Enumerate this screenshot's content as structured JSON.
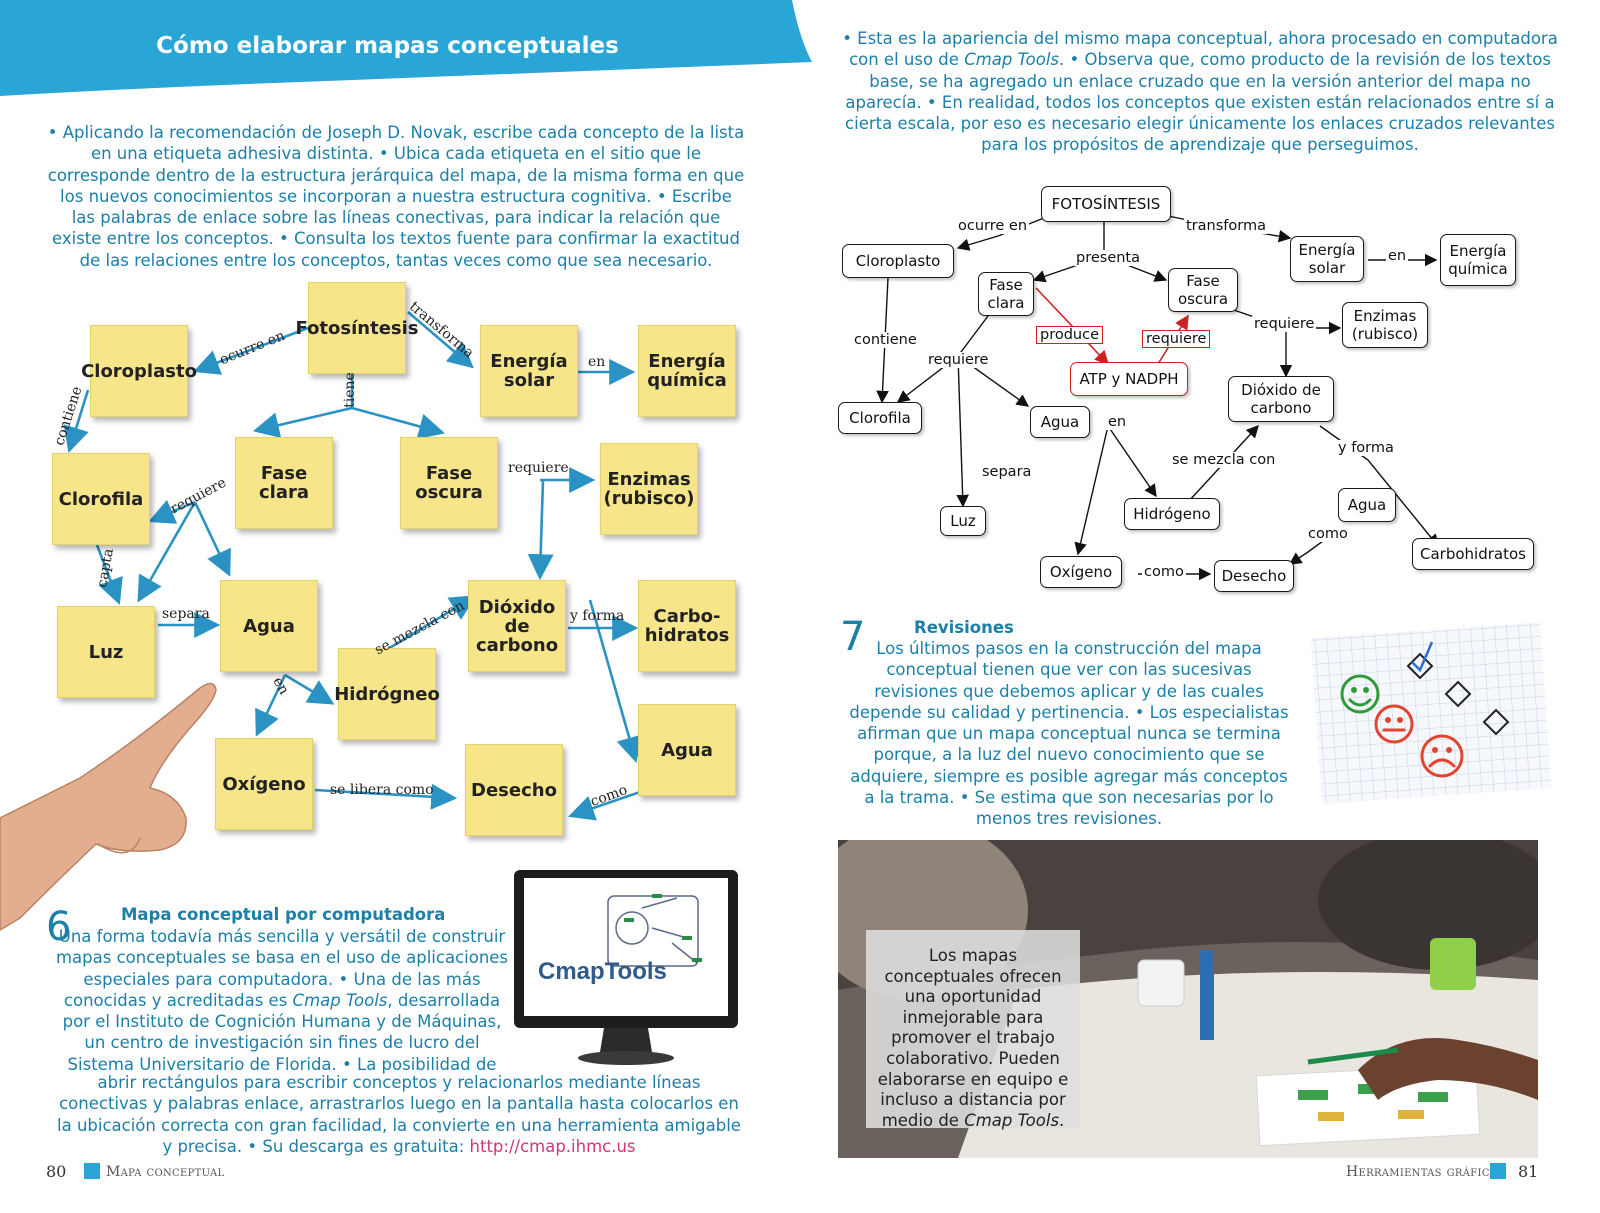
{
  "left_page": {
    "header_title": "Cómo elaborar mapas conceptuales",
    "intro_text": "• Aplicando la recomendación de Joseph D. Novak, escribe cada concepto de la lista en una etiqueta adhesiva distinta. • Ubica cada etiqueta en el sitio que le corresponde dentro de la estructura jerárquica del mapa, de la misma forma en que los nuevos conocimientos se incorporan a nuestra estructura cognitiva. • Escribe las palabras de enlace sobre las líneas conectivas, para indicar la relación que existe entre los conceptos. • Consulta los textos fuente para confirmar la exactitud de las relaciones entre los conceptos, tantas veces como que sea necesario.",
    "sticky_map": {
      "notes": {
        "fotosintesis": "Fotosíntesis",
        "cloroplasto": "Cloroplasto",
        "energia_solar": "Energía solar",
        "energia_quimica": "Energía química",
        "clorofila": "Clorofila",
        "fase_clara": "Fase clara",
        "fase_oscura": "Fase oscura",
        "enzimas": "Enzimas (rubisco)",
        "luz": "Luz",
        "agua": "Agua",
        "dioxido": "Dióxido de carbono",
        "carbohidratos": "Carbo-hidratos",
        "hidrogeno": "Hidrógneo",
        "oxigeno": "Oxígeno",
        "desecho": "Desecho",
        "agua2": "Agua"
      },
      "links": {
        "ocurre_en": "ocurre en",
        "transforma": "transforma",
        "en1": "en",
        "contiene": "contiene",
        "tiene": "tiene",
        "requiere1": "requiere",
        "requiere2": "requiere",
        "capta": "capta",
        "separa": "separa",
        "se_mezcla_con": "se mezcla con",
        "y_forma": "y forma",
        "en2": "en",
        "se_libera_como": "se libera como",
        "como": "como"
      }
    },
    "section6": {
      "number": "6",
      "title": "Mapa conceptual por computadora",
      "text_1": "Una forma todavía más sencilla y versátil de construir mapas conceptuales se basa en el uso de aplicaciones especiales para computadora. • Una de las más conocidas y acreditadas es",
      "text_italic": "Cmap Tools",
      "text_2": ", desarrollada por el Instituto de Cognición Humana y de Máquinas, un centro de investigación sin fines de lucro del Sistema Universitario de Florida. • La posibilidad de abrir rectángulos para escribir conceptos y relacionarlos mediante líneas conectivas y palabras enlace, arrastrarlos luego en la pantalla hasta colocarlos en la ubicación correcta con gran facilidad, la convierte en una herramienta amigable y precisa. • Su descarga es gratuita:",
      "link": "http://cmap.ihmc.us",
      "logo_text": "CmapTools"
    },
    "footer_page": "80",
    "footer_label": "Mapa conceptual"
  },
  "right_page": {
    "intro_1": "• Esta es la apariencia del mismo mapa conceptual, ahora procesado en computadora con el uso de",
    "intro_italic": "Cmap Tools",
    "intro_2": ". • Observa que, como producto de la revisión de los textos base, se ha agregado un enlace cruzado que en la versión anterior del mapa no aparecía. • En realidad, todos los conceptos que existen están relacionados entre sí a cierta escala, por eso es necesario elegir únicamente los enlaces cruzados relevantes para los propósitos de aprendizaje que perseguimos.",
    "cmap": {
      "nodes": {
        "fotosintesis": "FOTOSÍNTESIS",
        "cloroplasto": "Cloroplasto",
        "energia_solar": "Energía solar",
        "energia_quimica": "Energía química",
        "fase_clara": "Fase clara",
        "fase_oscura": "Fase oscura",
        "enzimas": "Enzimas (rubisco)",
        "atp": "ATP y NADPH",
        "clorofila": "Clorofila",
        "agua": "Agua",
        "dioxido": "Dióxido de carbono",
        "luz": "Luz",
        "hidrogeno": "Hidrógeno",
        "agua2": "Agua",
        "carbohidratos": "Carbohidratos",
        "oxigeno": "Oxígeno",
        "desecho": "Desecho"
      },
      "links": {
        "ocurre_en": "ocurre en",
        "transforma": "transforma",
        "presenta": "presenta",
        "en1": "en",
        "contiene": "contiene",
        "produce": "produce",
        "requiere_red": "requiere",
        "requiere_enz": "requiere",
        "requiere": "requiere",
        "en2": "en",
        "separa": "separa",
        "se_mezcla_con": "se mezcla con",
        "y_forma": "y forma",
        "como1": "como",
        "como2": "como"
      }
    },
    "section7": {
      "number": "7",
      "title": "Revisiones",
      "text": "Los últimos pasos en la construcción del mapa conceptual tienen que ver con las sucesivas revisiones que debemos aplicar y de las cuales depende su calidad y pertinencia. • Los especialistas afirman que un mapa conceptual nunca se termina porque, a la luz del nuevo conocimiento que se adquiere, siempre es posible agregar más conceptos a la trama. • Se estima que son necesarias por lo menos tres revisiones."
    },
    "photo_caption_1": "Los mapas conceptuales ofrecen una oportunidad inmejorable para promover el trabajo colaborativo. Pueden elaborarse en equipo e incluso a distancia por medio de",
    "photo_caption_italic": "Cmap Tools",
    "photo_caption_2": ".",
    "footer_label": "Herramientas gráficas",
    "footer_page": "81"
  },
  "colors": {
    "accent": "#2aa6d6",
    "text": "#1b7fa8",
    "sticky": "#f7e58a",
    "arrow": "#2a93c4",
    "cmap_red": "#cc2222",
    "link": "#d1367a"
  }
}
